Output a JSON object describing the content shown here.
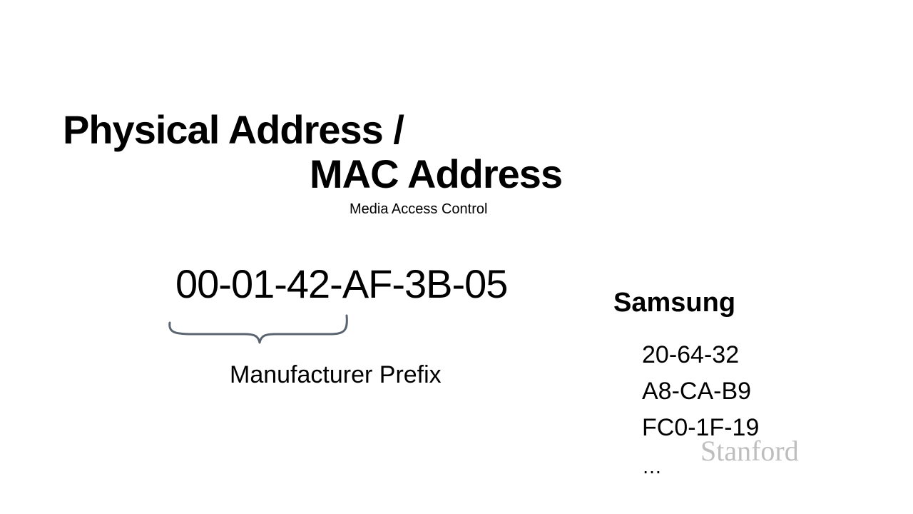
{
  "title": {
    "line1": "Physical Address  /",
    "line2": "MAC Address"
  },
  "subtitle": "Media Access Control",
  "mac_address": "00-01-42-AF-3B-05",
  "prefix_label": "Manufacturer Prefix",
  "vendor": {
    "name": "Samsung",
    "prefixes": [
      "20-64-32",
      "A8-CA-B9",
      "FC0-1F-19"
    ],
    "more": "…"
  },
  "watermark": "Stanford",
  "colors": {
    "text": "#000000",
    "brace": "#5a6470",
    "watermark": "#b3b3b3",
    "background": "#ffffff"
  }
}
